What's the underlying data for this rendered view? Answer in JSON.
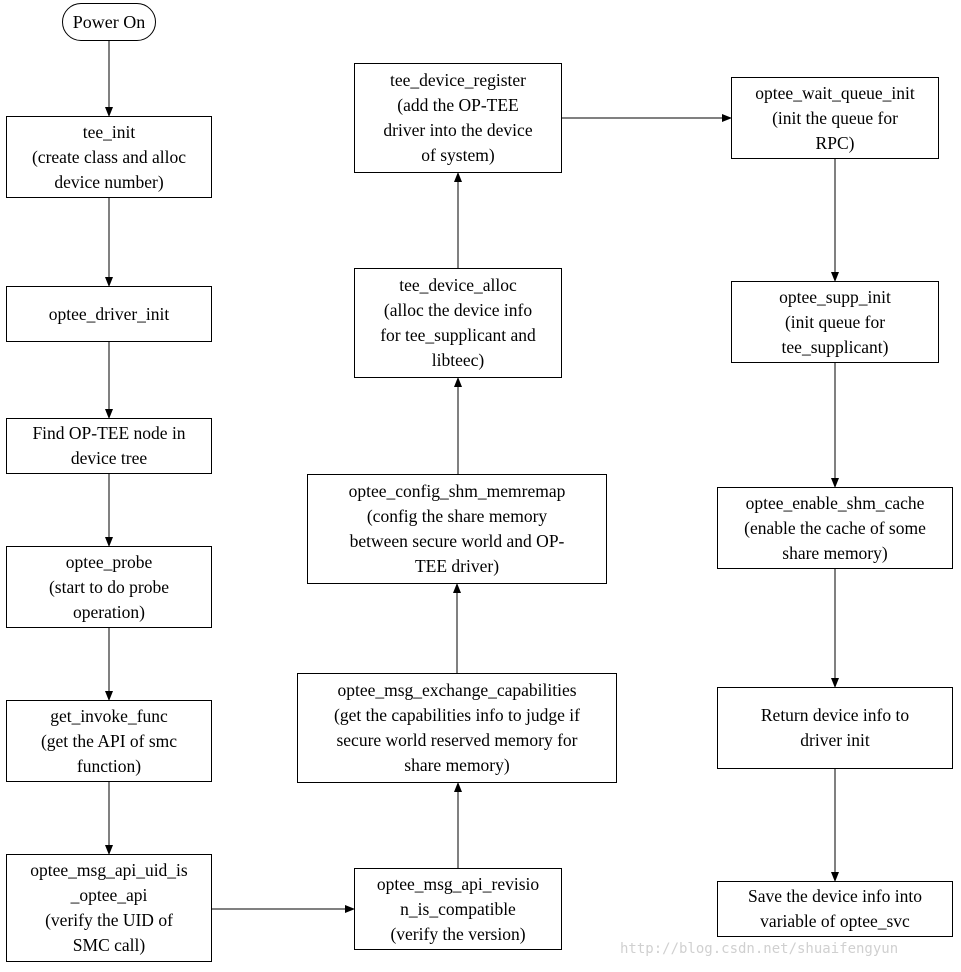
{
  "diagram": {
    "nodes": [
      {
        "id": "power-on",
        "shape": "terminal",
        "lines": [
          "Power On"
        ]
      },
      {
        "id": "tee-init",
        "lines": [
          "tee_init",
          "(create class and alloc",
          "device number)"
        ]
      },
      {
        "id": "optee-driver-init",
        "lines": [
          "optee_driver_init"
        ]
      },
      {
        "id": "find-optee-node",
        "lines": [
          "Find OP-TEE node in",
          "device tree"
        ]
      },
      {
        "id": "optee-probe",
        "lines": [
          "optee_probe",
          "(start to do probe",
          "operation)"
        ]
      },
      {
        "id": "get-invoke-func",
        "lines": [
          "get_invoke_func",
          "(get the API of smc",
          "function)"
        ]
      },
      {
        "id": "optee-msg-api-uid",
        "lines": [
          "optee_msg_api_uid_is",
          "_optee_api",
          "(verify the UID of",
          "SMC call)"
        ]
      },
      {
        "id": "optee-msg-api-revision",
        "lines": [
          "optee_msg_api_revisio",
          "n_is_compatible",
          "(verify the version)"
        ]
      },
      {
        "id": "optee-msg-exchange-capabilities",
        "lines": [
          "optee_msg_exchange_capabilities",
          "(get the capabilities info to judge if",
          "secure world reserved memory for",
          "share memory)"
        ]
      },
      {
        "id": "optee-config-shm-memremap",
        "lines": [
          "optee_config_shm_memremap",
          "(config the share memory",
          "between secure world and OP-",
          "TEE driver)"
        ]
      },
      {
        "id": "tee-device-alloc",
        "lines": [
          "tee_device_alloc",
          "(alloc the device info",
          "for tee_supplicant and",
          "libteec)"
        ]
      },
      {
        "id": "tee-device-register",
        "lines": [
          "tee_device_register",
          "(add the OP-TEE",
          "driver into the device",
          "of system)"
        ]
      },
      {
        "id": "optee-wait-queue-init",
        "lines": [
          "optee_wait_queue_init",
          "(init the queue for",
          "RPC)"
        ]
      },
      {
        "id": "optee-supp-init",
        "lines": [
          "optee_supp_init",
          "(init queue for",
          "tee_supplicant)"
        ]
      },
      {
        "id": "optee-enable-shm-cache",
        "lines": [
          "optee_enable_shm_cache",
          "(enable the cache of some",
          "share memory)"
        ]
      },
      {
        "id": "return-device-info",
        "lines": [
          "Return device info to",
          "driver init"
        ]
      },
      {
        "id": "save-device-info",
        "lines": [
          "Save the device info into",
          "variable of optee_svc"
        ]
      }
    ],
    "edges": [
      {
        "from": "power-on",
        "to": "tee-init"
      },
      {
        "from": "tee-init",
        "to": "optee-driver-init"
      },
      {
        "from": "optee-driver-init",
        "to": "find-optee-node"
      },
      {
        "from": "find-optee-node",
        "to": "optee-probe"
      },
      {
        "from": "optee-probe",
        "to": "get-invoke-func"
      },
      {
        "from": "get-invoke-func",
        "to": "optee-msg-api-uid"
      },
      {
        "from": "optee-msg-api-uid",
        "to": "optee-msg-api-revision"
      },
      {
        "from": "optee-msg-api-revision",
        "to": "optee-msg-exchange-capabilities"
      },
      {
        "from": "optee-msg-exchange-capabilities",
        "to": "optee-config-shm-memremap"
      },
      {
        "from": "optee-config-shm-memremap",
        "to": "tee-device-alloc"
      },
      {
        "from": "tee-device-alloc",
        "to": "tee-device-register"
      },
      {
        "from": "tee-device-register",
        "to": "optee-wait-queue-init"
      },
      {
        "from": "optee-wait-queue-init",
        "to": "optee-supp-init"
      },
      {
        "from": "optee-supp-init",
        "to": "optee-enable-shm-cache"
      },
      {
        "from": "optee-enable-shm-cache",
        "to": "return-device-info"
      },
      {
        "from": "return-device-info",
        "to": "save-device-info"
      }
    ]
  },
  "watermark": "http://blog.csdn.net/shuaifengyun"
}
